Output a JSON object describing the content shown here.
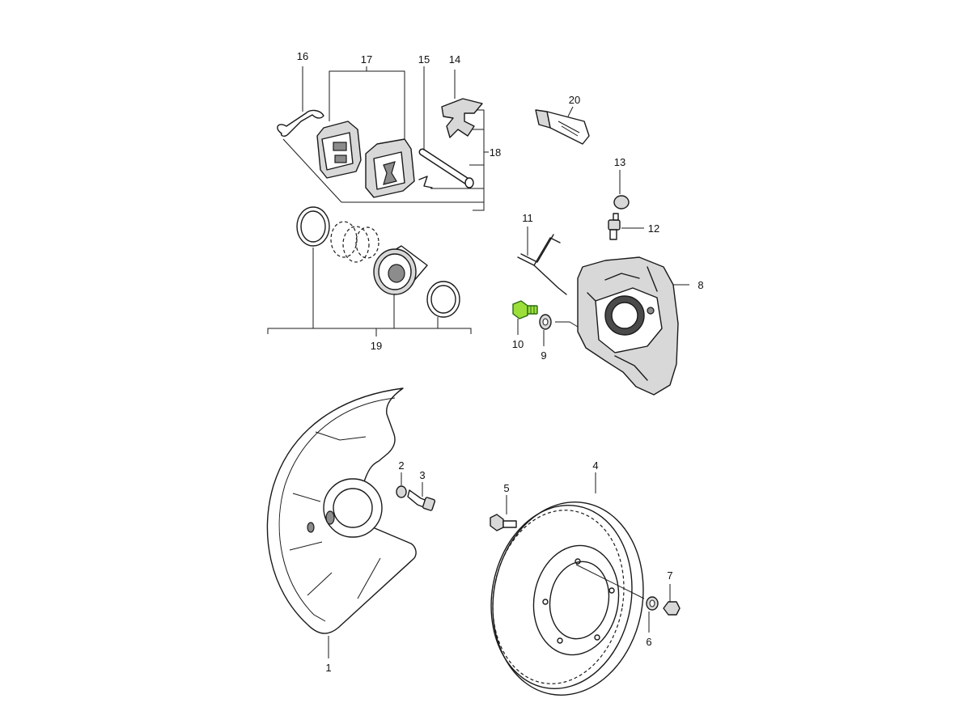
{
  "diagram": {
    "highlight_color": "#9ddf3a",
    "callouts": {
      "c1": "1",
      "c2": "2",
      "c3": "3",
      "c4": "4",
      "c5": "5",
      "c6": "6",
      "c7": "7",
      "c8": "8",
      "c9": "9",
      "c10": "10",
      "c11": "11",
      "c12": "12",
      "c13": "13",
      "c14": "14",
      "c15": "15",
      "c16": "16",
      "c17": "17",
      "c18": "18",
      "c19": "19",
      "c20": "20"
    },
    "highlighted_part": "10"
  }
}
